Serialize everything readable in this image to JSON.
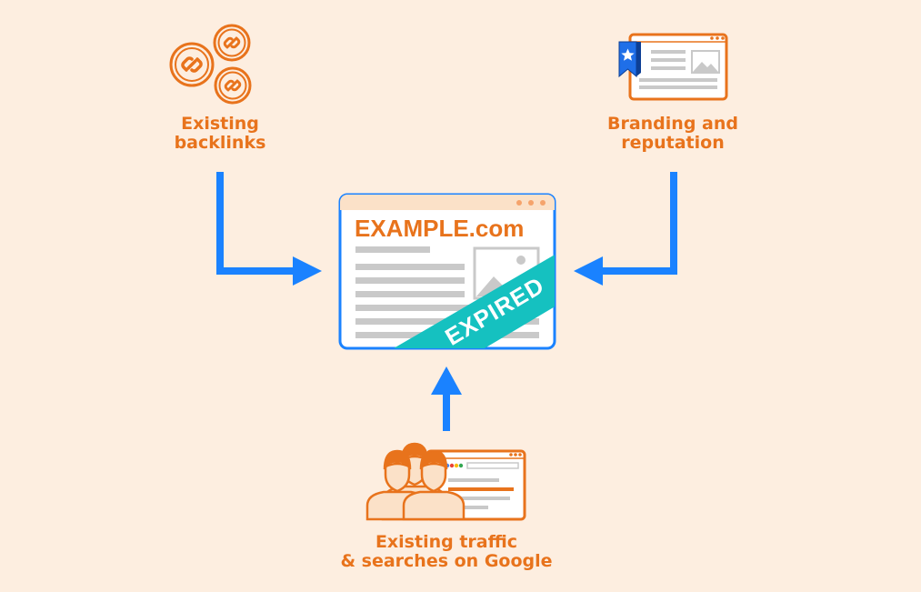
{
  "colors": {
    "background": "#fdeee0",
    "accent_orange": "#e8731c",
    "arrow_blue": "#1a82ff",
    "expired_teal": "#15c1c0",
    "placeholder_gray": "#c9c9c9",
    "bookmark_blue": "#1f6fe8"
  },
  "nodes": {
    "backlinks": {
      "line1": "Existing",
      "line2": "backlinks",
      "icon": "link-coins-icon"
    },
    "branding": {
      "line1": "Branding and",
      "line2": "reputation",
      "icon": "bookmarked-page-icon"
    },
    "traffic": {
      "line1": "Existing traffic",
      "line2": "& searches on Google",
      "icon": "users-search-icon"
    },
    "center": {
      "domain": "EXAMPLE.com",
      "ribbon": "EXPIRED",
      "icon": "website-window-icon"
    }
  },
  "connections": [
    {
      "from": "backlinks",
      "to": "center",
      "icon": "arrow-right-icon"
    },
    {
      "from": "branding",
      "to": "center",
      "icon": "arrow-left-icon"
    },
    {
      "from": "traffic",
      "to": "center",
      "icon": "arrow-up-icon"
    }
  ]
}
